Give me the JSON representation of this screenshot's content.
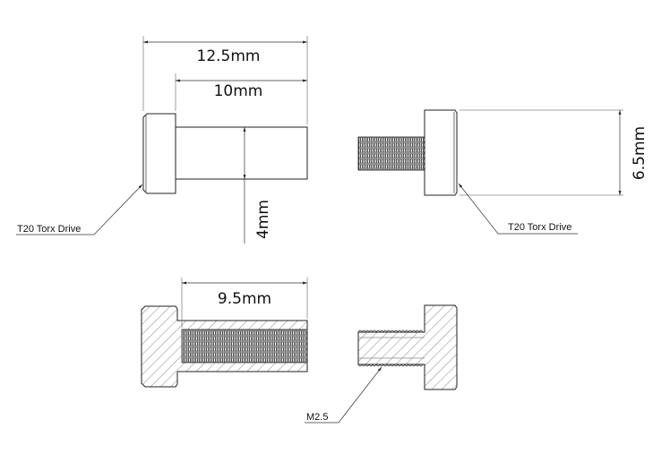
{
  "dimensions": {
    "overall_length": "12.5mm",
    "shaft_length": "10mm",
    "shaft_diameter": "4mm",
    "head_diameter": "6.5mm",
    "thread_depth": "9.5mm"
  },
  "labels": {
    "drive_left": "T20 Torx Drive",
    "drive_right": "T20 Torx Drive",
    "thread_size": "M2.5"
  }
}
